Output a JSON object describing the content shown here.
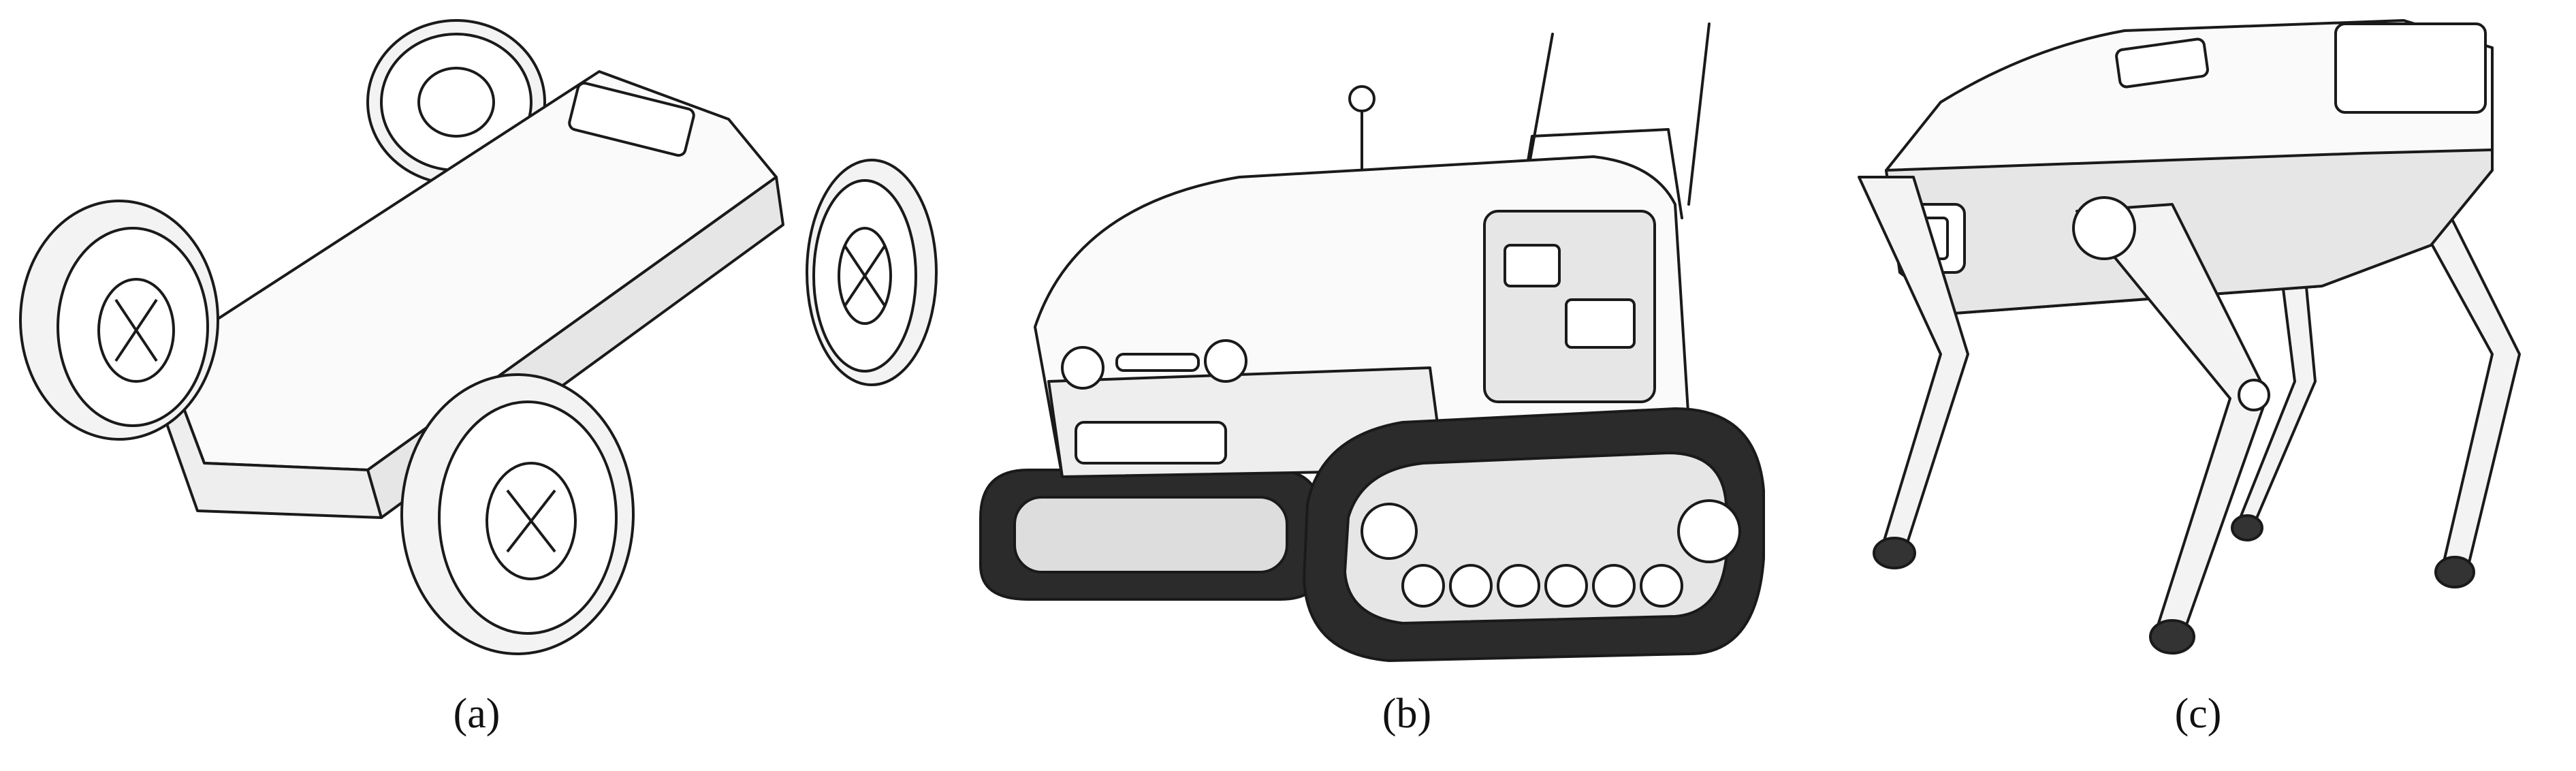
{
  "figure": {
    "panels": [
      {
        "id": "a",
        "caption": "(a)",
        "subject": "four-wheeled-robot-chassis"
      },
      {
        "id": "b",
        "caption": "(b)",
        "subject": "tracked-tractor-robot"
      },
      {
        "id": "c",
        "caption": "(c)",
        "subject": "quadruped-robot-dog"
      }
    ],
    "colors": {
      "line": "#1a1a1a",
      "track": "#2b2b2b",
      "fill": "#ffffff",
      "shade": "#e6e6e6"
    }
  }
}
